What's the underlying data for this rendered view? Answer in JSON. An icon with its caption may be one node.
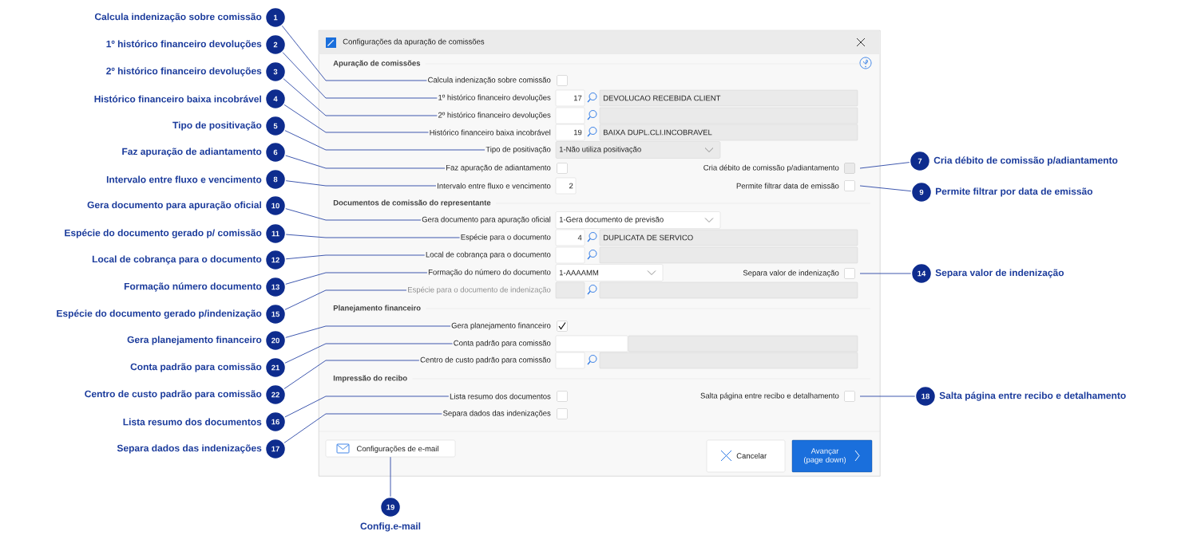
{
  "diagram": {
    "nodes": [
      {
        "text": [
          "Configurações da apuração de comissões"
        ]
      },
      {
        "text": [
          "Calcula indenização sobre comissão"
        ],
        "in": 0
      },
      {
        "text": [
          "1º histórico financeiro devoluções"
        ],
        "in": 0
      },
      {
        "text": [
          "2º histórico financeiro devoluções"
        ],
        "in": 0
      },
      {
        "text": [
          "Histórico financeiro baixa incobrável"
        ],
        "in": 0
      },
      {
        "text": [
          "Tipo de positivação"
        ],
        "in": 0
      },
      {
        "text": [
          "Faz apuração de adiantamento"
        ],
        "in": 0
      },
      {
        "text": [
          "Cria débito de comissão p/adiantamento"
        ],
        "in": 0
      },
      {
        "text": [
          "Intervalo entre fluxo e vencimento"
        ],
        "in": 0
      },
      {
        "text": [
          "Permite filtrar data de emissão"
        ],
        "in": 0
      },
      {
        "text": [
          "Gera documento para apuração oficial"
        ],
        "in": 0
      },
      {
        "text": [
          "Espécie para o documento"
        ],
        "in": 0
      },
      {
        "text": [
          "Local de cobrança para o documento"
        ],
        "in": 0
      },
      {
        "text": [
          "Formação do número do documento"
        ],
        "in": 0
      },
      {
        "text": [
          "Separa valor de indenização"
        ],
        "in": 0
      },
      {
        "text": [
          "Espécie para o documento de indenização"
        ],
        "in": 0
      },
      {
        "text": [
          "Gera planejamento financeiro"
        ],
        "in": 0
      },
      {
        "text": [
          "Conta padrão para comissão"
        ],
        "in": 0
      },
      {
        "text": [
          "Centro de custo padrão para comissão"
        ],
        "in": 0
      },
      {
        "text": [
          "Lista resumo dos documentos"
        ],
        "in": 0
      },
      {
        "text": [
          "Salta página entre recibo e detalhamento"
        ],
        "in": 0
      },
      {
        "text": [
          "Separa dados das indenizações"
        ],
        "in": 0
      },
      {
        "text": [
          "Configurações de e-mail"
        ],
        "in": 0
      },
      {
        "text": [
          "1"
        ],
        "beside": [
          "Calcula indenização sobre comissão"
        ]
      },
      {
        "text": [
          "2"
        ],
        "beside": [
          "1º histórico financeiro devoluções"
        ]
      },
      {
        "text": [
          "3"
        ],
        "beside": [
          "2º histórico financeiro devoluções"
        ]
      },
      {
        "text": [
          "4"
        ],
        "beside": [
          "Histórico financeiro baixa incobrável"
        ]
      },
      {
        "text": [
          "5"
        ],
        "beside": [
          "Tipo de positivação"
        ]
      },
      {
        "text": [
          "6"
        ],
        "beside": [
          "Faz apuração de adiantamento"
        ]
      },
      {
        "text": [
          "7"
        ],
        "beside": [
          "Cria débito de comissão p/adiantamento"
        ]
      },
      {
        "text": [
          "8"
        ],
        "beside": [
          "Intervalo entre fluxo e vencimento"
        ]
      },
      {
        "text": [
          "9"
        ],
        "beside": [
          "Permite filtrar por data de emissão"
        ]
      },
      {
        "text": [
          "10"
        ],
        "beside": [
          "Gera documento para apuração oficial"
        ]
      },
      {
        "text": [
          "11"
        ],
        "beside": [
          "Espécie do documento gerado p/ comissão"
        ]
      },
      {
        "text": [
          "12"
        ],
        "beside": [
          "Local de cobrança para o documento"
        ]
      },
      {
        "text": [
          "13"
        ],
        "beside": [
          "Formação número documento"
        ]
      },
      {
        "text": [
          "14"
        ],
        "beside": [
          "Separa valor de indenização"
        ]
      },
      {
        "text": [
          "15"
        ],
        "beside": [
          "Espécie do documento gerado p/indenização"
        ]
      },
      {
        "text": [
          "20"
        ],
        "beside": [
          "Gera planejamento financeiro"
        ]
      },
      {
        "text": [
          "21"
        ],
        "beside": [
          "Conta padrão para comissão"
        ]
      },
      {
        "text": [
          "22"
        ],
        "beside": [
          "Centro de custo padrão para comissão"
        ]
      },
      {
        "text": [
          "18"
        ],
        "beside": [
          "Salta página entre recibo e detalhamento"
        ]
      },
      {
        "text": [
          "16"
        ],
        "beside": [
          "Lista resumo dos documentos"
        ]
      },
      {
        "text": [
          "17"
        ],
        "beside": [
          "Separa dados das indenizações"
        ]
      },
      {
        "text": [
          "19"
        ],
        "beside": [
          "Config.e-mail"
        ]
      }
    ],
    "edges": [
      {
        "from": 23,
        "to": 1,
        "arrow": "none"
      },
      {
        "from": 24,
        "to": 2,
        "arrow": "none"
      },
      {
        "from": 25,
        "to": 3,
        "arrow": "none"
      },
      {
        "from": 26,
        "to": 4,
        "arrow": "none"
      },
      {
        "from": 27,
        "to": 5,
        "arrow": "none"
      },
      {
        "from": 28,
        "to": 6,
        "arrow": "none"
      },
      {
        "from": 29,
        "to": 7,
        "arrow": "none"
      },
      {
        "from": 30,
        "to": 8,
        "arrow": "none"
      },
      {
        "from": 31,
        "to": 9,
        "arrow": "none"
      },
      {
        "from": 32,
        "to": 10,
        "arrow": "none"
      },
      {
        "from": 33,
        "to": 11,
        "arrow": "none"
      },
      {
        "from": 34,
        "to": 12,
        "arrow": "none"
      },
      {
        "from": 35,
        "to": 13,
        "arrow": "none"
      },
      {
        "from": 36,
        "to": 14,
        "arrow": "none"
      },
      {
        "from": 37,
        "to": 15,
        "arrow": "none"
      },
      {
        "from": 38,
        "to": 16,
        "arrow": "none"
      },
      {
        "from": 39,
        "to": 17,
        "arrow": "none"
      },
      {
        "from": 40,
        "to": 18,
        "arrow": "none"
      },
      {
        "from": 41,
        "to": 20,
        "arrow": "none"
      },
      {
        "from": 42,
        "to": 19,
        "arrow": "none"
      },
      {
        "from": 43,
        "to": 21,
        "arrow": "none"
      },
      {
        "from": 44,
        "to": 22,
        "arrow": "none"
      }
    ],
    "labels": [
      "Apuração de comissões",
      "17",
      "DEVOLUCAO RECEBIDA CLIENT",
      "19",
      "BAIXA DUPL.CLI.INCOBRAVEL",
      "1-Não utiliza positivação",
      "2",
      "Documentos de comissão do representante",
      "1-Gera documento de previsão",
      "4",
      "DUPLICATA DE SERVICO",
      "1-AAAAMM",
      "Planejamento financeiro",
      "Impressão do recibo",
      "Cancelar",
      "Avançar (page down)"
    ]
  }
}
